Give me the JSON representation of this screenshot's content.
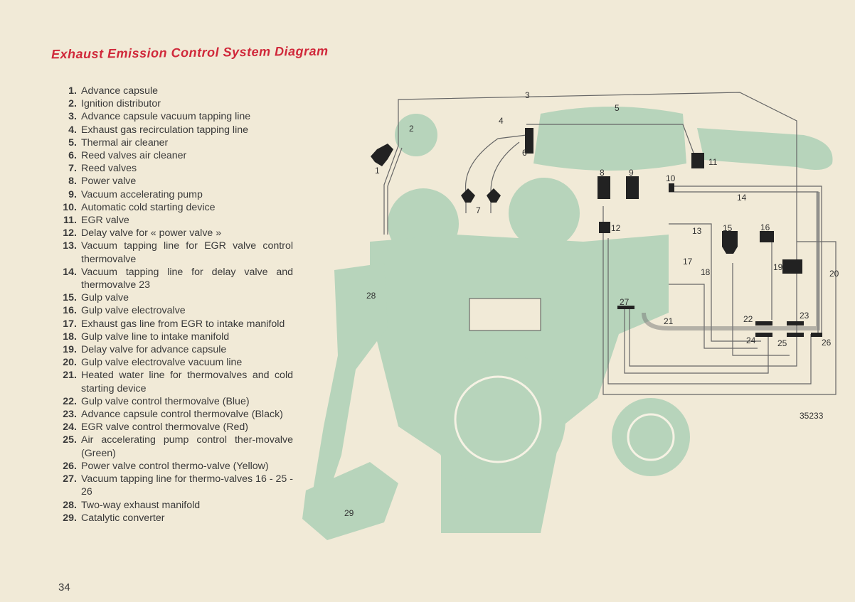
{
  "title": "Exhaust Emission Control System Diagram",
  "legend": [
    {
      "n": "1.",
      "t": "Advance capsule"
    },
    {
      "n": "2.",
      "t": "Ignition distributor"
    },
    {
      "n": "3.",
      "t": "Advance capsule vacuum tapping line"
    },
    {
      "n": "4.",
      "t": "Exhaust gas recirculation tapping line"
    },
    {
      "n": "5.",
      "t": "Thermal air cleaner"
    },
    {
      "n": "6.",
      "t": "Reed valves air cleaner"
    },
    {
      "n": "7.",
      "t": "Reed valves"
    },
    {
      "n": "8.",
      "t": "Power valve"
    },
    {
      "n": "9.",
      "t": "Vacuum accelerating pump"
    },
    {
      "n": "10.",
      "t": "Automatic cold starting device"
    },
    {
      "n": "11.",
      "t": "EGR valve"
    },
    {
      "n": "12.",
      "t": "Delay valve for « power valve »"
    },
    {
      "n": "13.",
      "t": "Vacuum tapping line for EGR valve control thermovalve"
    },
    {
      "n": "14.",
      "t": "Vacuum tapping line for delay valve and thermovalve 23"
    },
    {
      "n": "15.",
      "t": "Gulp valve"
    },
    {
      "n": "16.",
      "t": "Gulp valve electrovalve"
    },
    {
      "n": "17.",
      "t": "Exhaust gas line from EGR to intake manifold"
    },
    {
      "n": "18.",
      "t": "Gulp valve line to intake manifold"
    },
    {
      "n": "19.",
      "t": "Delay valve for advance capsule"
    },
    {
      "n": "20.",
      "t": "Gulp valve electrovalve vacuum line"
    },
    {
      "n": "21.",
      "t": "Heated water line for thermovalves and cold starting device"
    },
    {
      "n": "22.",
      "t": "Gulp valve control thermovalve (Blue)"
    },
    {
      "n": "23.",
      "t": "Advance capsule control thermovalve (Black)"
    },
    {
      "n": "24.",
      "t": "EGR valve control thermovalve (Red)"
    },
    {
      "n": "25.",
      "t": "Air accelerating pump control ther-movalve (Green)"
    },
    {
      "n": "26.",
      "t": "Power valve control thermo-valve (Yellow)"
    },
    {
      "n": "27.",
      "t": "Vacuum tapping line for thermo-valves 16 - 25 - 26"
    },
    {
      "n": "28.",
      "t": "Two-way exhaust manifold"
    },
    {
      "n": "29.",
      "t": "Catalytic converter"
    }
  ],
  "callouts": [
    "1",
    "2",
    "3",
    "4",
    "5",
    "6",
    "7",
    "8",
    "9",
    "10",
    "11",
    "12",
    "13",
    "14",
    "15",
    "16",
    "17",
    "18",
    "19",
    "20",
    "21",
    "22",
    "23",
    "24",
    "25",
    "26",
    "27",
    "28",
    "29"
  ],
  "reference": "35233",
  "page_number": "34",
  "colors": {
    "title": "#d0283a",
    "engine": "#b7d4bb",
    "paper": "#f1ead7",
    "component": "#222222"
  }
}
